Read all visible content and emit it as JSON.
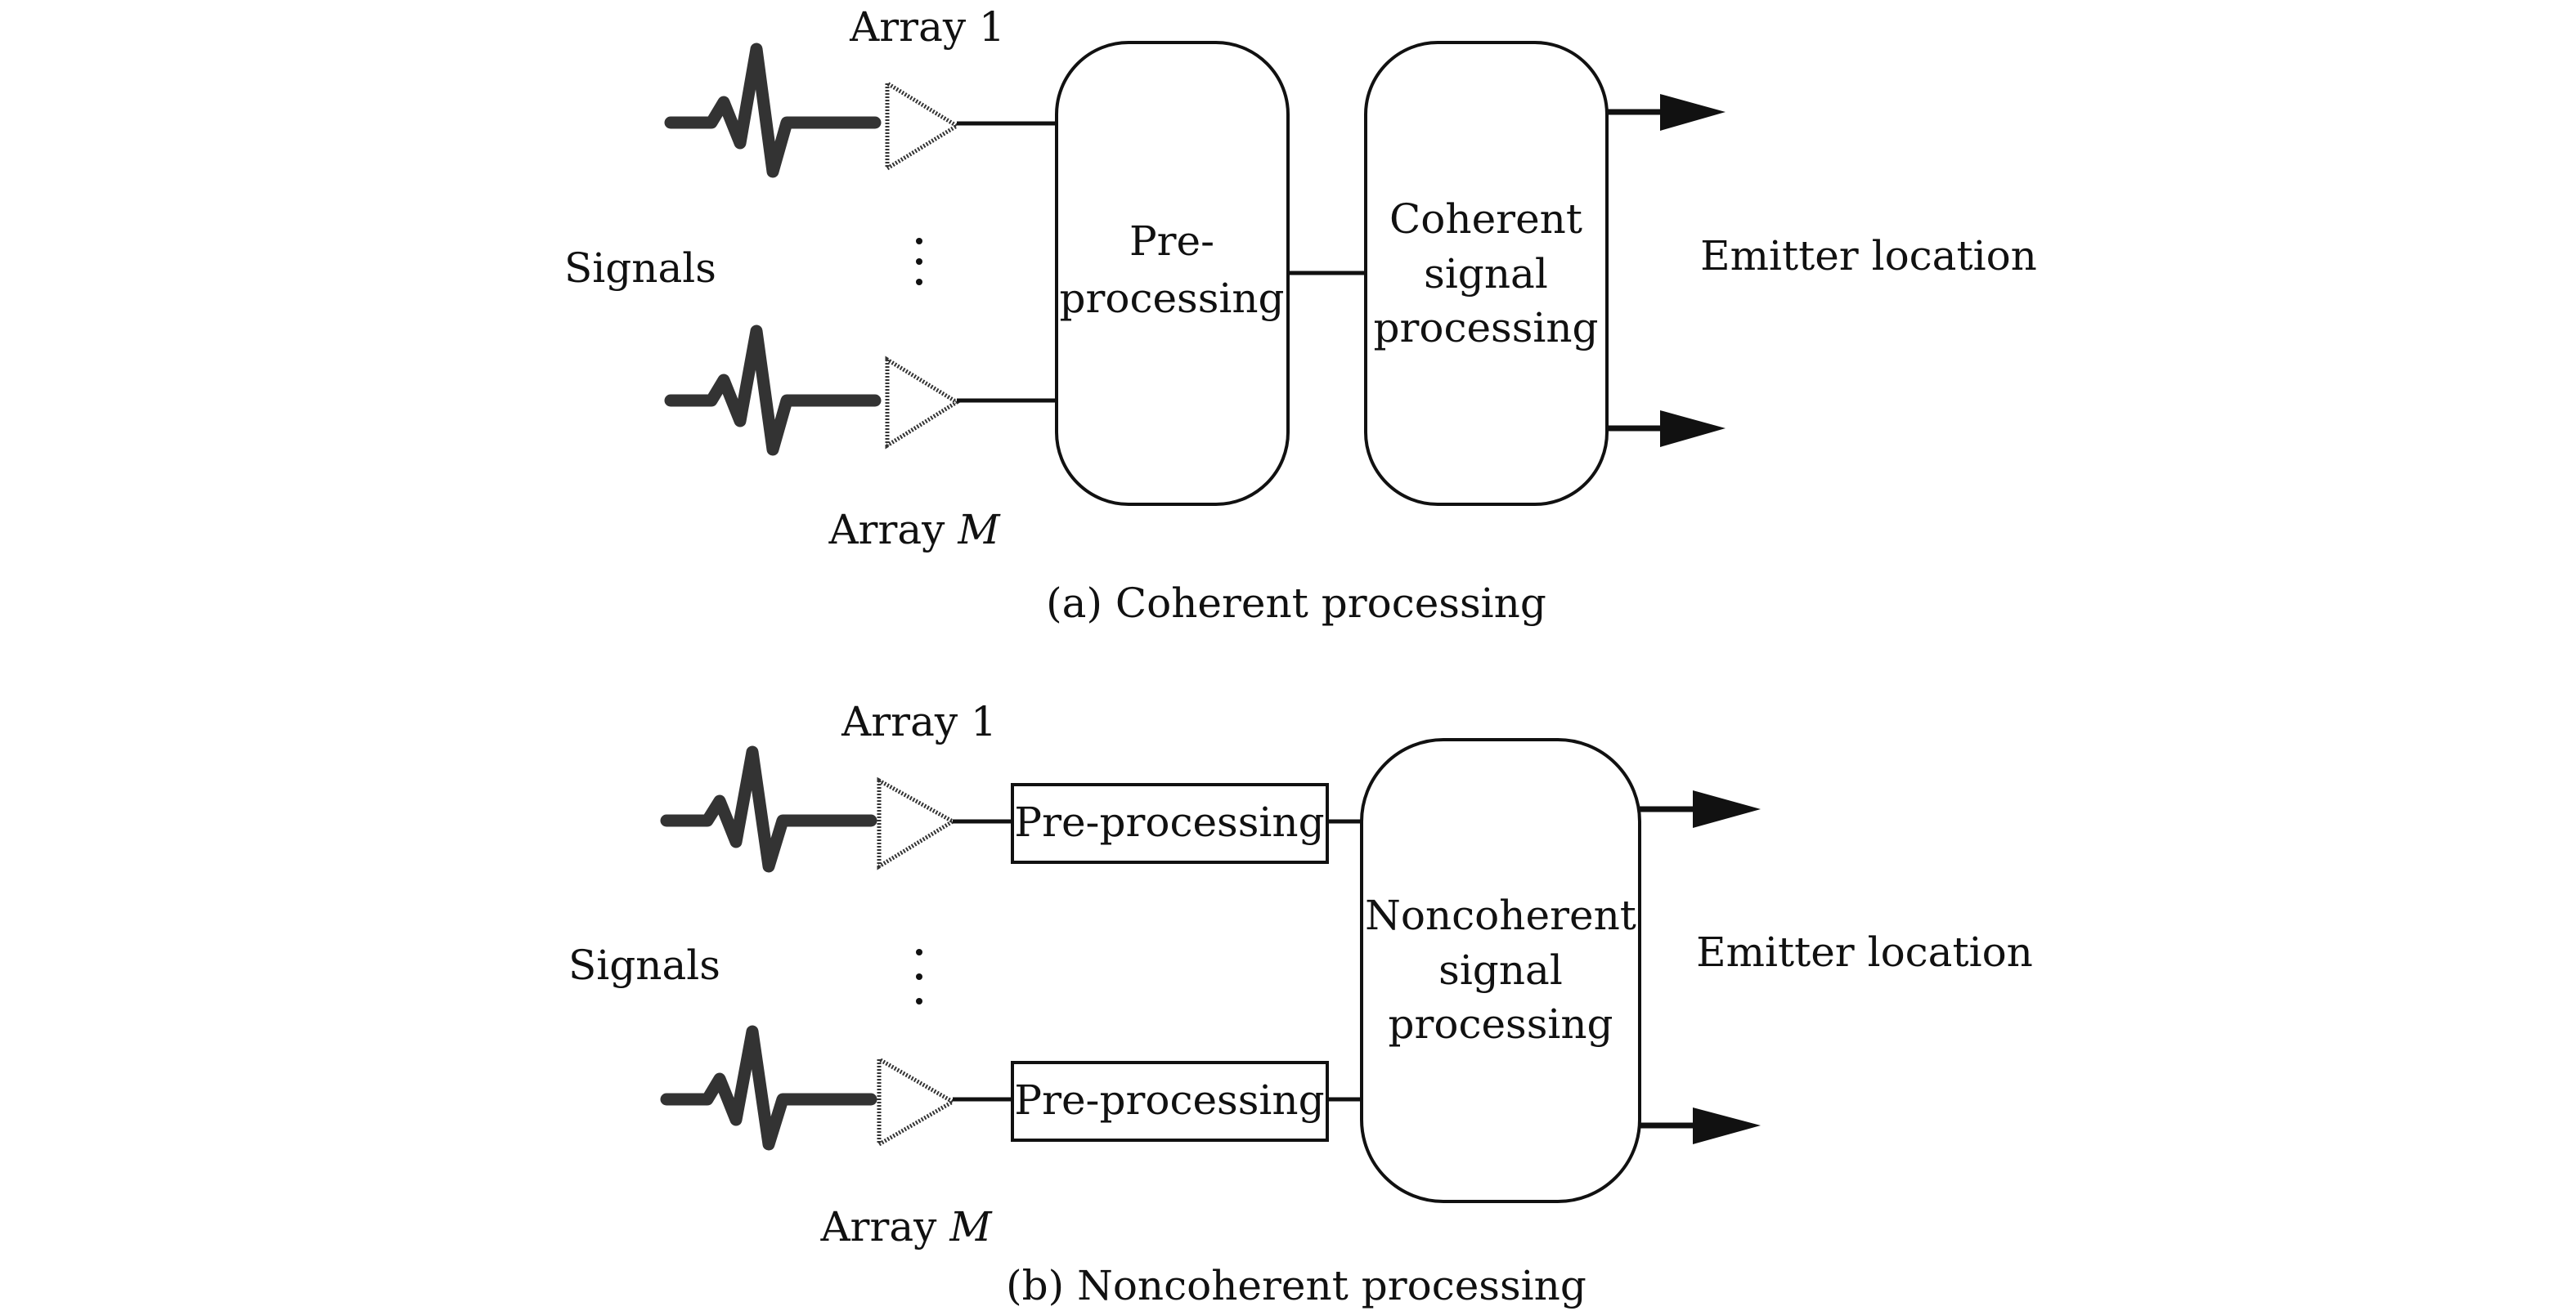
{
  "colors": {
    "ink": "#111111",
    "signal": "#333333",
    "background": "#ffffff"
  },
  "icons": {
    "signal": "signal-waveform-icon",
    "amplifier": "amplifier-triangle-icon",
    "ellipsis": "vertical-ellipsis-icon",
    "arrow": "arrow-right-icon"
  },
  "panel_a": {
    "caption": "(a) Coherent processing",
    "array_top_label": "Array 1",
    "array_bottom_label_prefix": "Array",
    "array_bottom_label_var": "M",
    "signals_label": "Signals",
    "preprocessing_lines": [
      "Pre-",
      "processing"
    ],
    "signal_processing_lines": [
      "Coherent",
      "signal",
      "processing"
    ],
    "output_label": "Emitter location"
  },
  "panel_b": {
    "caption": "(b) Noncoherent processing",
    "array_top_label": "Array 1",
    "array_bottom_label_prefix": "Array",
    "array_bottom_label_var": "M",
    "signals_label": "Signals",
    "preprocessing_label": "Pre-processing",
    "signal_processing_lines": [
      "Noncoherent",
      "signal",
      "processing"
    ],
    "output_label": "Emitter location"
  }
}
